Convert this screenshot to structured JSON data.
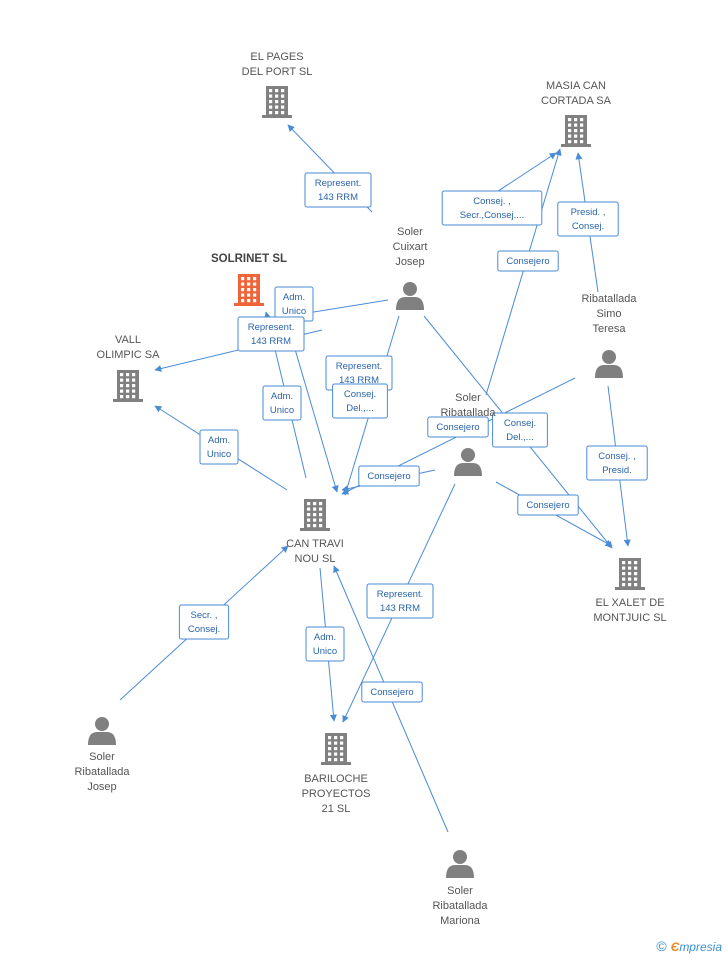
{
  "colors": {
    "company": "#808080",
    "main_company": "#f0643a",
    "person": "#808080",
    "edge": "#4a8bd6"
  },
  "nodes": [
    {
      "id": "el_pages",
      "type": "company",
      "icon": "building-icon",
      "label": [
        "EL PAGES",
        "DEL PORT SL"
      ]
    },
    {
      "id": "masia",
      "type": "company",
      "icon": "building-icon",
      "label": [
        "MASIA CAN",
        "CORTADA SA"
      ]
    },
    {
      "id": "solrinet",
      "type": "company",
      "main": true,
      "icon": "building-icon",
      "label": [
        "SOLRINET SL"
      ]
    },
    {
      "id": "vall",
      "type": "company",
      "icon": "building-icon",
      "label": [
        "VALL",
        "OLIMPIC SA"
      ]
    },
    {
      "id": "can_travi",
      "type": "company",
      "icon": "building-icon",
      "label": [
        "CAN TRAVI",
        "NOU SL"
      ]
    },
    {
      "id": "xalet",
      "type": "company",
      "icon": "building-icon",
      "label": [
        "EL XALET DE",
        "MONTJUIC SL"
      ]
    },
    {
      "id": "bariloche",
      "type": "company",
      "icon": "building-icon",
      "label": [
        "BARILOCHE",
        "PROYECTOS",
        "21 SL"
      ]
    },
    {
      "id": "soler_cuixart",
      "type": "person",
      "icon": "person-icon",
      "label": [
        "Soler",
        "Cuixart",
        "Josep"
      ]
    },
    {
      "id": "ribatallada_simo",
      "type": "person",
      "icon": "person-icon",
      "label": [
        "Ribatallada",
        "Simo",
        "Teresa"
      ]
    },
    {
      "id": "soler_rib",
      "type": "person",
      "icon": "person-icon",
      "label": [
        "Soler",
        "Ribatallada"
      ]
    },
    {
      "id": "soler_rib_josep",
      "type": "person",
      "icon": "person-icon",
      "label": [
        "Soler",
        "Ribatallada",
        "Josep"
      ]
    },
    {
      "id": "soler_rib_mariona",
      "type": "person",
      "icon": "person-icon",
      "label": [
        "Soler",
        "Ribatallada",
        "Mariona"
      ]
    }
  ],
  "edges": [
    {
      "label": [
        "Represent.",
        "143 RRM"
      ]
    },
    {
      "label": [
        "Consej. ,",
        "Secr.,Consej...."
      ]
    },
    {
      "label": [
        "Presid. ,",
        "Consej."
      ]
    },
    {
      "label": [
        "Consejero"
      ]
    },
    {
      "label": [
        "Adm.",
        "Unico"
      ]
    },
    {
      "label": [
        "Represent.",
        "143 RRM"
      ]
    },
    {
      "label": [
        "Represent.",
        "143 RRM"
      ]
    },
    {
      "label": [
        "Adm.",
        "Unico"
      ]
    },
    {
      "label": [
        "Consej.",
        "Del.,..."
      ]
    },
    {
      "label": [
        "Consejero"
      ]
    },
    {
      "label": [
        "Consej.",
        "Del.,..."
      ]
    },
    {
      "label": [
        "Adm.",
        "Unico"
      ]
    },
    {
      "label": [
        "Consejero"
      ]
    },
    {
      "label": [
        "Consej. ,",
        "Presid."
      ]
    },
    {
      "label": [
        "Consejero"
      ]
    },
    {
      "label": [
        "Represent.",
        "143 RRM"
      ]
    },
    {
      "label": [
        "Secr. ,",
        "Consej."
      ]
    },
    {
      "label": [
        "Adm.",
        "Unico"
      ]
    },
    {
      "label": [
        "Consejero"
      ]
    }
  ],
  "footer": {
    "copyright": "©",
    "brand_first": "Є",
    "brand_rest": "mpresia"
  }
}
